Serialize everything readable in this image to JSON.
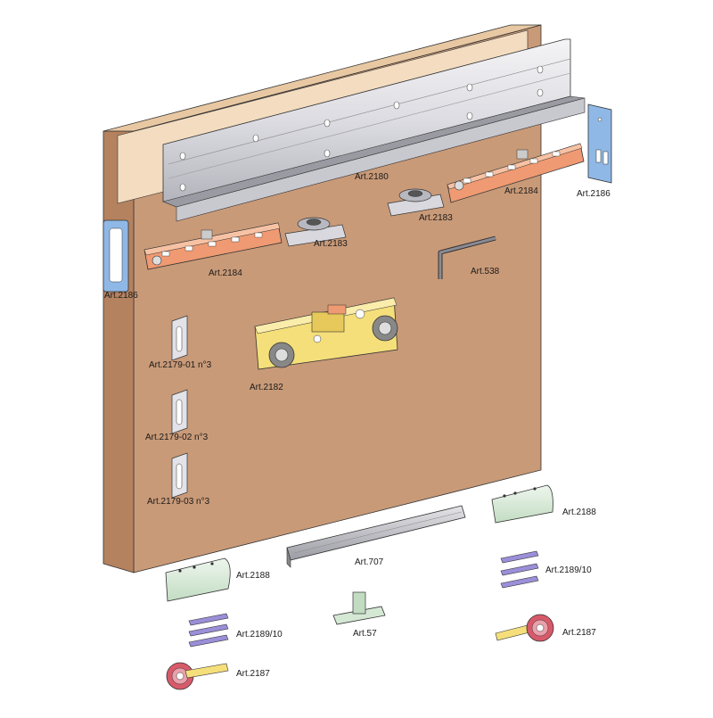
{
  "labels": {
    "rail": "Art.2180",
    "stopper_right": "Art.2186",
    "stopper_left": "Art.2186",
    "bracket_right": "Art.2184",
    "bracket_left": "Art.2184",
    "roller_right": "Art.2183",
    "roller_left": "Art.2183",
    "hex_key": "Art.538",
    "carriage": "Art.2182",
    "plate_1": "Art.2179-01 n°3",
    "plate_2": "Art.2179-02 n°3",
    "plate_3": "Art.2179-03 n°3",
    "bottom_channel": "Art.707",
    "guide_cover_left": "Art.2188",
    "guide_cover_right": "Art.2188",
    "shims_left": "Art.2189/10",
    "shims_right": "Art.2189/10",
    "floor_guide": "Art.57",
    "guide_wheel_left": "Art.2187",
    "guide_wheel_right": "Art.2187"
  },
  "colors": {
    "door_face": "#c99a78",
    "door_side": "#b5825f",
    "door_top": "#f3dcc0",
    "rail_light": "#e6e6ea",
    "rail_dark": "#a8a8b0",
    "bracket_orange": "#ef9a72",
    "carriage_yellow": "#f5df7a",
    "cover_green": "#d4e8d4",
    "stopper_blue": "#8fb8e6",
    "wheel_red": "#d85a6a",
    "shim_purple": "#9a8fd8",
    "outline": "#333333"
  }
}
